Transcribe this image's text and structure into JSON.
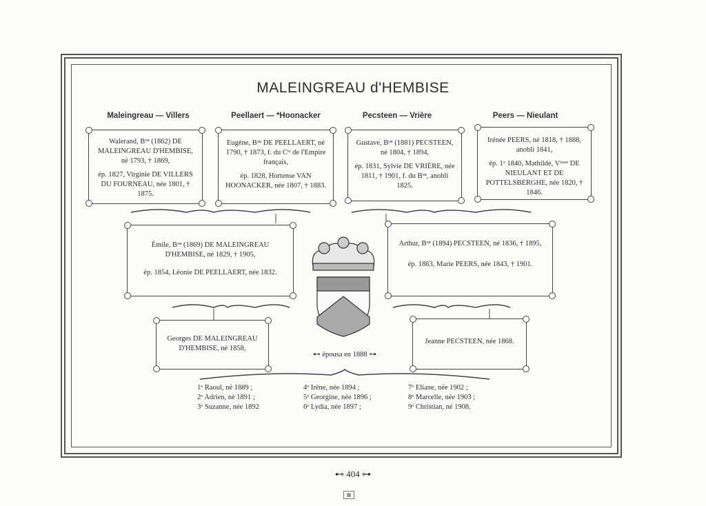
{
  "title": "MALEINGREAU d'HEMBISE",
  "columns": [
    "Maleingreau — Villers",
    "Peellaert — *Hoonacker",
    "Pecsteen — Vrière",
    "Peers — Nieulant"
  ],
  "gen1": [
    {
      "person": "Walerand, Bᵒⁿ (1862) DE MALEINGREAU D'HEMBISE, né 1793, † 1869,",
      "spouse": "ép. 1827, Virginie DE VILLERS DU FOURNEAU, née 1801, † 1875."
    },
    {
      "person": "Eugène, Bᵒⁿ DE PEELLAERT, né 1790, † 1873, f. du Cᵗᵉ de l'Empire français,",
      "spouse": "ép. 1828, Hortense VAN HOONACKER, née 1807, † 1883."
    },
    {
      "person": "Gustave, Bᵒⁿ (1881) PECSTEEN, né 1804, † 1894,",
      "spouse": "ép. 1831, Sylvie DE VRIÈRE, née 1811, † 1901, f. du Bᵒⁿ, anobli 1825."
    },
    {
      "person": "Irénée PEERS, né 1818, † 1888, anobli 1841,",
      "spouse": "ép. 1ᵒ 1840, Mathilde, Vᵗᵉˢˢᵉ DE NIEULANT ET DE POTTELSBERGHE, née 1820, † 1846."
    }
  ],
  "gen2": [
    {
      "person": "Émile, Bᵒⁿ (1869) DE MALEINGREAU D'HEMBISE, né 1829, † 1905,",
      "spouse": "ép. 1854, Léonie DE PEELLAERT, née 1832."
    },
    {
      "person": "Arthur, Bᵒⁿ (1894) PECSTEEN, né 1836, † 1895,",
      "spouse": "ép. 1863, Marie PEERS, née 1843, † 1901."
    }
  ],
  "gen3": [
    {
      "person": "Georges DE MALEINGREAU D'HEMBISE, né 1858,"
    },
    {
      "person": "Jeanne PECSTEEN, née 1868."
    }
  ],
  "married": "épousa en 1888",
  "children": [
    [
      "1ᵒ Raoul, né 1889 ;",
      "2ᵒ Adrien, né 1891 ;",
      "3ᵒ Suzanne, née 1892"
    ],
    [
      "4ᵒ Irène, née 1894 ;",
      "5ᵒ Georgine, née 1896 ;",
      "6ᵒ Lydia, née 1897 ;"
    ],
    [
      "7ᵒ Eliane, née 1902 ;",
      "8ᵒ Marcelle, née 1903 ;",
      "9ᵒ Christian, né 1908."
    ]
  ],
  "page_number": "404"
}
